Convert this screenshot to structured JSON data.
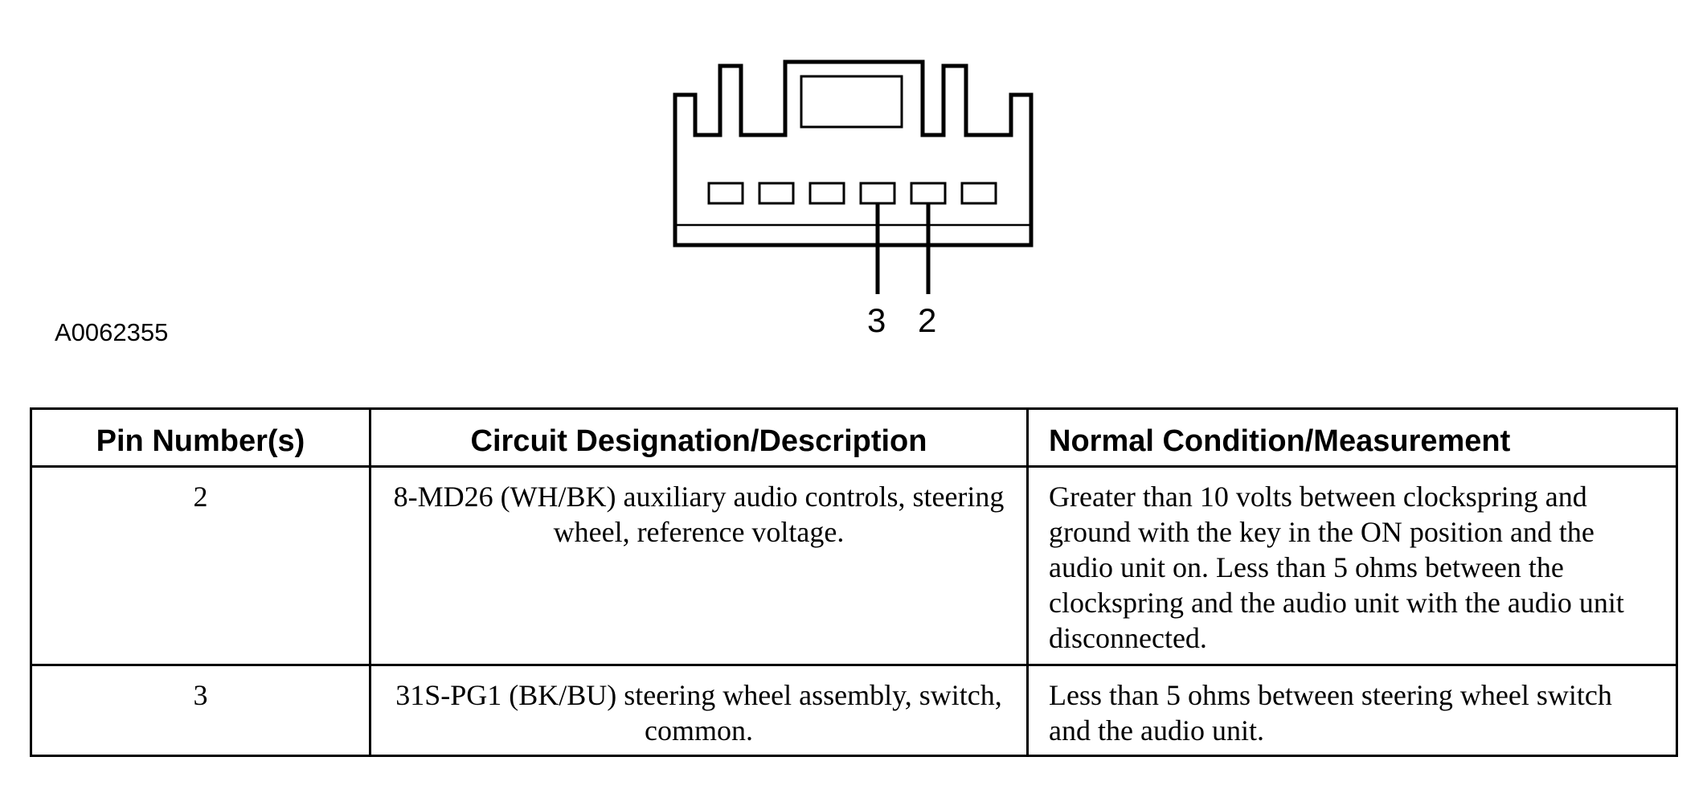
{
  "figure_id": "A0062355",
  "pin_callouts": [
    "3",
    "2"
  ],
  "table": {
    "headers": [
      "Pin Number(s)",
      "Circuit Designation/Description",
      "Normal Condition/Measurement"
    ],
    "rows": [
      {
        "pin": "2",
        "circuit": "8-MD26 (WH/BK) auxiliary audio controls, steering wheel, reference voltage.",
        "condition": "Greater than 10 volts between clockspring and ground with the key in the ON position and the audio unit on. Less than 5 ohms between the clockspring and the audio unit with the audio unit disconnected."
      },
      {
        "pin": "3",
        "circuit": "31S-PG1 (BK/BU) steering wheel assembly, switch, common.",
        "condition": "Less than 5 ohms between steering wheel switch and the audio unit."
      }
    ]
  }
}
